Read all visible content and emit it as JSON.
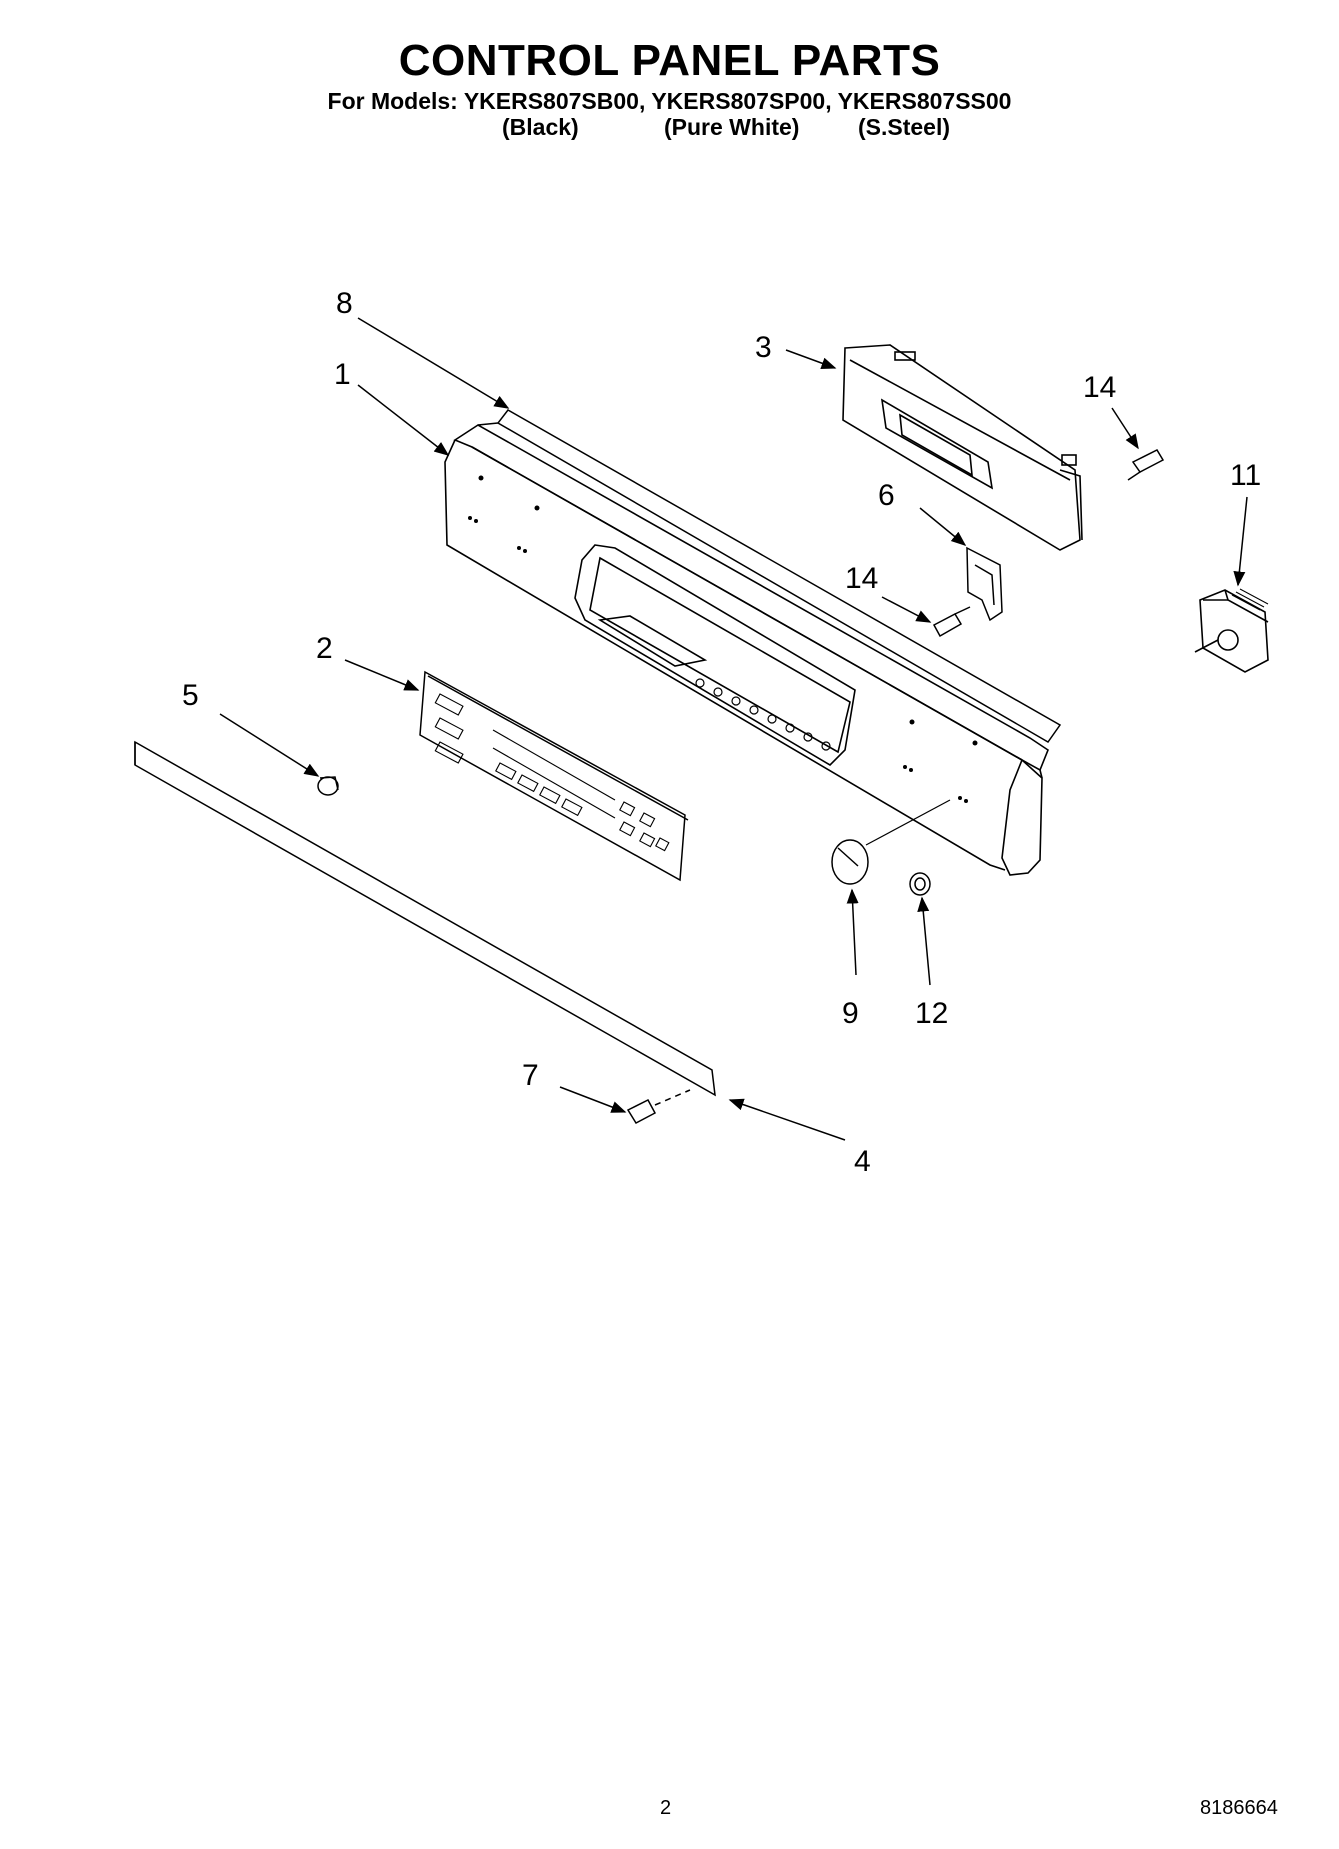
{
  "page": {
    "title": "CONTROL PANEL PARTS",
    "models_line": "For Models: YKERS807SB00, YKERS807SP00, YKERS807SS00",
    "color_labels": [
      "(Black)",
      "(Pure White)",
      "(S.Steel)"
    ]
  },
  "callouts": {
    "c1": "1",
    "c2": "2",
    "c3": "3",
    "c4": "4",
    "c5": "5",
    "c6": "6",
    "c7": "7",
    "c8": "8",
    "c9": "9",
    "c11": "11",
    "c12": "12",
    "c14a": "14",
    "c14b": "14"
  },
  "footer": {
    "page_number": "2",
    "doc_number": "8186664"
  }
}
